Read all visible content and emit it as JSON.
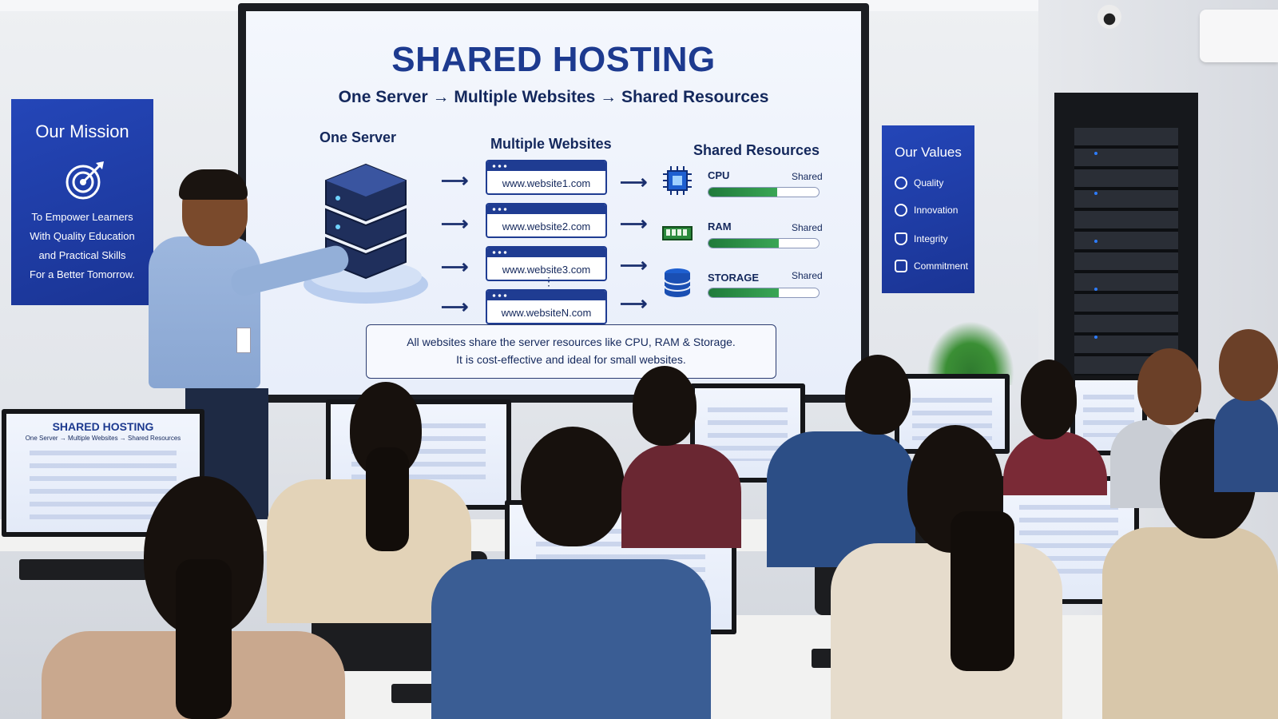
{
  "slide": {
    "title": "SHARED HOSTING",
    "subtitle": "One Server → Multiple Websites → Shared Resources",
    "col_server": "One Server",
    "col_sites": "Multiple Websites",
    "col_resources": "Shared Resources",
    "sites": [
      "www.website1.com",
      "www.website2.com",
      "www.website3.com",
      "www.websiteN.com"
    ],
    "resources": [
      {
        "name": "CPU",
        "tag": "Shared",
        "icon": "cpu-chip-icon"
      },
      {
        "name": "RAM",
        "tag": "Shared",
        "icon": "ram-module-icon"
      },
      {
        "name": "STORAGE",
        "tag": "Shared",
        "icon": "database-storage-icon"
      }
    ],
    "note_line1": "All websites share the server resources like CPU, RAM & Storage.",
    "note_line2": "It is cost-effective and ideal for small websites."
  },
  "mission_poster": {
    "title": "Our Mission",
    "icon": "target-icon",
    "lines": [
      "To Empower Learners",
      "With Quality Education",
      "and Practical Skills",
      "For a Better Tomorrow."
    ]
  },
  "values_poster": {
    "title": "Our Values",
    "items": [
      "Quality",
      "Innovation",
      "Integrity",
      "Commitment"
    ]
  },
  "monitor_slide": {
    "title": "SHARED HOSTING",
    "subtitle": "One Server → Multiple Websites → Shared Resources"
  },
  "colors": {
    "brand_blue": "#1d3a8f",
    "poster_blue": "#2446b8",
    "bar_green": "#3aa655"
  }
}
